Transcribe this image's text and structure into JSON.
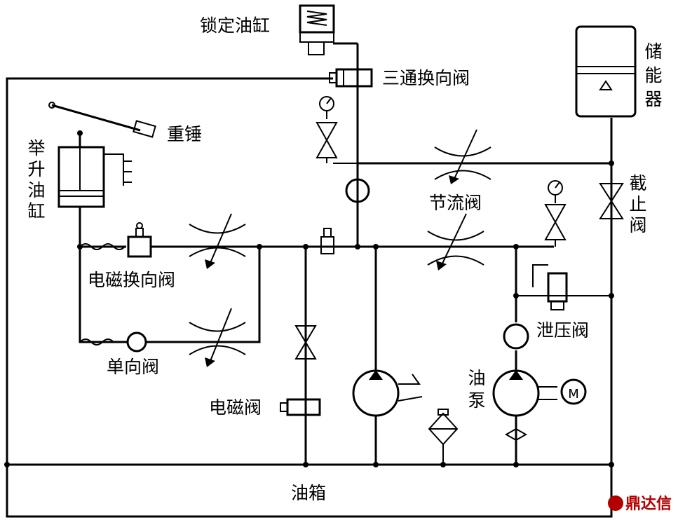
{
  "labels": {
    "locking_cylinder": "锁定油缸",
    "three_way_valve": "三通换向阀",
    "accumulator": [
      "储",
      "能",
      "器"
    ],
    "counterweight": "重锤",
    "lift_cylinder": [
      "举",
      "升",
      "油",
      "缸"
    ],
    "throttle_valve": "节流阀",
    "stop_valve": [
      "截",
      "止",
      "阀"
    ],
    "solenoid_directional_valve": "电磁换向阀",
    "relief_valve": "泄压阀",
    "check_valve": "单向阀",
    "oil_pump": [
      "油",
      "泵"
    ],
    "solenoid_valve": "电磁阀",
    "oil_tank": "油箱"
  },
  "watermark": "鼎达信",
  "colors": {
    "line": "#000000",
    "background": "#ffffff",
    "watermark": "#b30000"
  }
}
